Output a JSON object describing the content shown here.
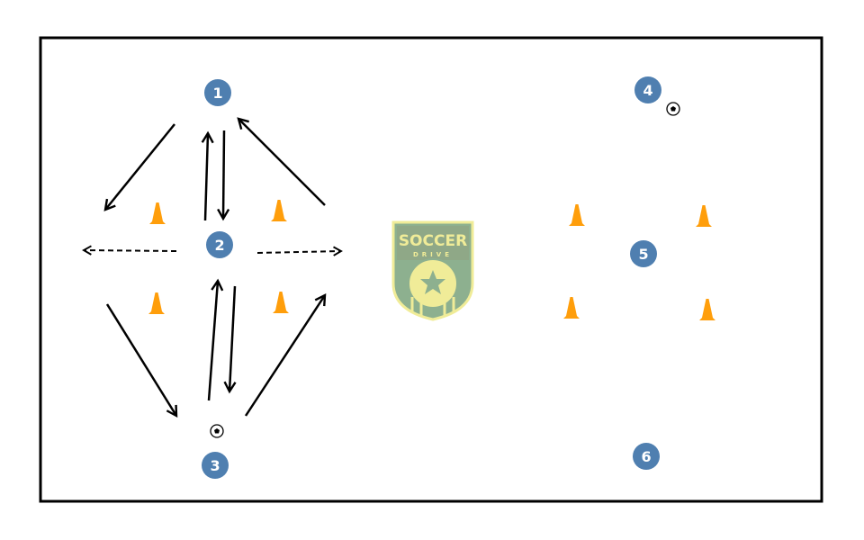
{
  "diagram": {
    "players": [
      {
        "label": "1"
      },
      {
        "label": "2"
      },
      {
        "label": "3"
      },
      {
        "label": "4"
      },
      {
        "label": "5"
      },
      {
        "label": "6"
      }
    ],
    "logo": {
      "line1": "SOCCER",
      "line2": "DRIVE"
    },
    "colors": {
      "player": "#4f7fb0",
      "cone": "#ff9e0b",
      "field_line": "#000000",
      "logo_fill": "#8db08f",
      "logo_accent": "#f0ec98"
    }
  }
}
